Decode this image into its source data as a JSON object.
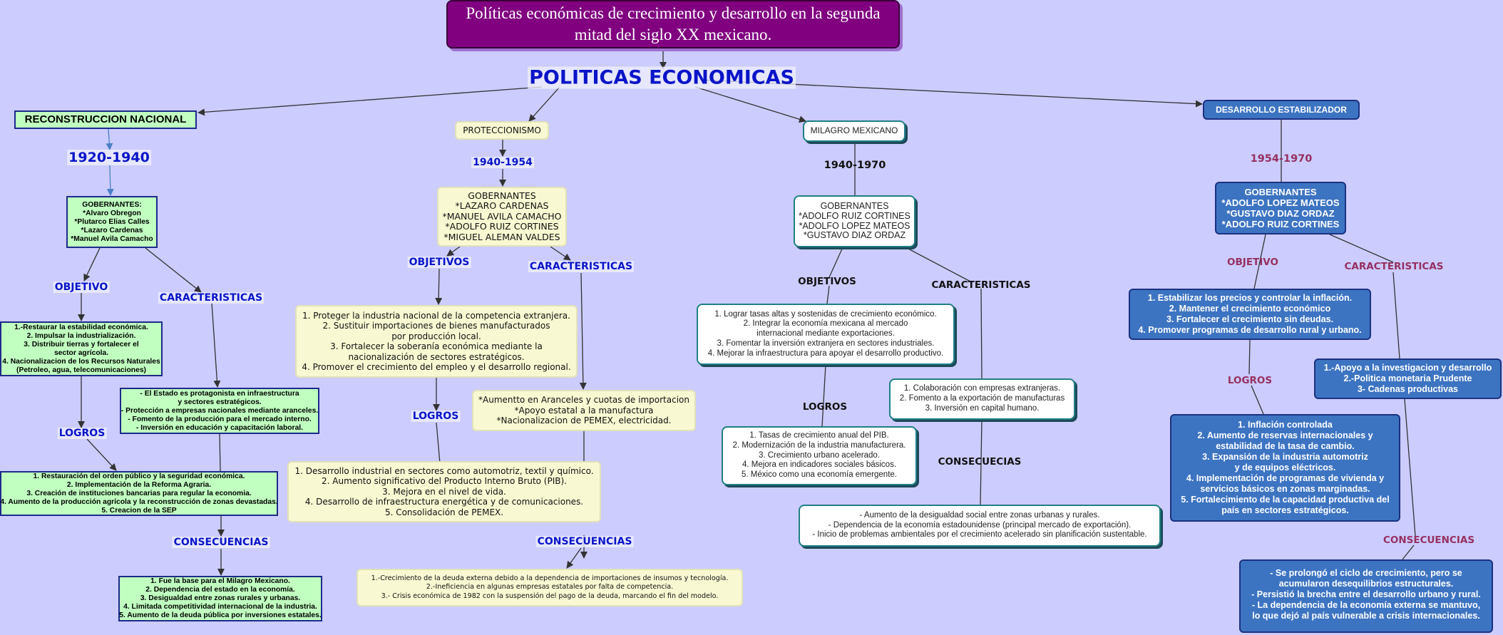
{
  "title": "Políticas económicas de crecimiento y desarrollo en la segunda mitad del siglo XX mexicano.",
  "root": "POLITICAS ECONOMICAS",
  "reconstruccion": {
    "heading": "RECONSTRUCCION NACIONAL",
    "period": "1920-1940",
    "gobernantes": [
      "GOBERNANTES:",
      "*Alvaro Obregon",
      "*Plutarco Elias Calles",
      "*Lazaro Cardenas",
      "*Manuel Avila Camacho"
    ],
    "objetivo_label": "OBJETIVO",
    "objetivo": [
      "1.-Restaurar la estabilidad económica.",
      "2. Impulsar la industrialización.",
      "3. Distribuir tierras y fortalecer el",
      "sector agrícola.",
      "4. Nacionalizacion de los Recursos Naturales",
      "(Petroleo, agua, telecomunicaciones)"
    ],
    "caracteristicas_label": "CARACTERISTICAS",
    "caracteristicas": [
      "- El Estado es protagonista en infraestructura",
      "y sectores estratégicos.",
      "- Protección a empresas nacionales mediante aranceles.",
      "- Fomento de la producción para el mercado interno.",
      "- Inversión en educación y capacitación laboral."
    ],
    "logros_label": "LOGROS",
    "logros": [
      "1. Restauración del orden público y la seguridad económica.",
      "2. Implementación de la Reforma Agraria.",
      "3. Creación de instituciones bancarias para regular la economia.",
      "4. Aumento de la producción agrícola y la reconstrucción de zonas devastadas.",
      "5. Creacion de la SEP"
    ],
    "consecuencias_label": "CONSECUENCIAS",
    "consecuencias": [
      "1. Fue la base para el Milagro Mexicano.",
      "2. Dependencia del estado en la economía.",
      "3. Desigualdad entre zonas rurales y urbanas.",
      "4. Limitada competitividad internacional de la industria.",
      "5. Aumento de la deuda pública por inversiones estatales."
    ]
  },
  "proteccionismo": {
    "heading": "PROTECCIONISMO",
    "period": "1940-1954",
    "gobernantes": [
      "GOBERNANTES",
      "*LAZARO CARDENAS",
      "*MANUEL AVILA CAMACHO",
      "*ADOLFO RUIZ CORTINES",
      "*MIGUEL ALEMAN VALDES"
    ],
    "objetivo_label": "OBJETIVOS",
    "objetivo": [
      "1. Proteger la industria nacional de la competencia extranjera.",
      "2. Sustituir importaciones de bienes manufacturados",
      "por producción local.",
      "3. Fortalecer la soberanía económica mediante la",
      "nacionalización de sectores estratégicos.",
      "4. Promover el crecimiento del empleo y el desarrollo regional."
    ],
    "caracteristicas_label": "CARACTERISTICAS",
    "caracteristicas": [
      "*Aumentto en Aranceles y cuotas de importacion",
      "*Apoyo estatal a la manufactura",
      "*Nacionalizacion de PEMEX, electricidad."
    ],
    "logros_label": "LOGROS",
    "logros": [
      "1. Desarrollo industrial en sectores como automotriz, textil y químico.",
      "2. Aumento significativo del Producto Interno Bruto (PIB).",
      "3. Mejora en el nivel de vida.",
      "4. Desarrollo de infraestructura energética y de comunicaciones.",
      "5. Consolidación de PEMEX."
    ],
    "consecuencias_label": "CONSECUENCIAS",
    "consecuencias": [
      "1.-Crecimiento de la deuda externa debido a la dependencia de importaciones de insumos y tecnología.",
      "2.-Ineficiencia en algunas empresas estatales por falta de competencia.",
      "3.- Crisis económica de 1982 con la suspensión del pago de la deuda, marcando el fin del modelo."
    ]
  },
  "milagro": {
    "heading": "MILAGRO MEXICANO",
    "period": "1940-1970",
    "gobernantes": [
      "GOBERNANTES",
      "*ADOLFO RUIZ CORTINES",
      "*ADOLFO LOPEZ MATEOS",
      "*GUSTAVO DIAZ ORDAZ"
    ],
    "objetivo_label": "OBJETIVOS",
    "objetivo": [
      "1. Lograr tasas altas y sostenidas de crecimiento económico.",
      "2. Integrar la economía mexicana al mercado",
      "internacional mediante exportaciones.",
      "3. Fomentar la inversión extranjera en sectores industriales.",
      "4. Mejorar la infraestructura para apoyar el desarrollo productivo."
    ],
    "caracteristicas_label": "CARACTERISTICAS",
    "caracteristicas": [
      "1. Colaboración con empresas extranjeras.",
      "2. Fomento a la exportación de manufacturas",
      "3. Inversión en capital humano."
    ],
    "logros_label": "LOGROS",
    "logros": [
      "1. Tasas de crecimiento anual del PIB.",
      "2. Modernización de la industria manufacturera.",
      "3. Crecimiento urbano acelerado.",
      "4. Mejora en indicadores sociales básicos.",
      "5. México como una economía emergente."
    ],
    "consecuencias_label": "CONSECUECIAS",
    "consecuencias": [
      "- Aumento de la desigualdad social entre zonas urbanas y rurales.",
      "- Dependencia de la economía estadounidense (principal mercado de exportación).",
      "- Inicio de problemas ambientales por el crecimiento acelerado sin planificación sustentable."
    ]
  },
  "desarrollo": {
    "heading": "DESARROLLO ESTABILIZADOR",
    "period": "1954-1970",
    "gobernantes": [
      "GOBERNANTES",
      "*ADOLFO LOPEZ MATEOS",
      "*GUSTAVO DIAZ ORDAZ",
      "*ADOLFO RUIZ CORTINES"
    ],
    "objetivo_label": "OBJETIVO",
    "objetivo": [
      "1. Estabilizar los precios y controlar la inflación.",
      "2. Mantener el crecimiento económico",
      "3. Fortalecer el crecimiento sin deudas.",
      "4. Promover programas de desarrollo rural y urbano."
    ],
    "caracteristicas_label": "CARACTERISTICAS",
    "caracteristicas": [
      "1.-Apoyo a la investigacion y desarrollo",
      "2.-Politica monetaria Prudente",
      "3- Cadenas productivas"
    ],
    "logros_label": "LOGROS",
    "logros": [
      "1. Inflación controlada",
      "2. Aumento de reservas internacionales y",
      "estabilidad de la tasa de cambio.",
      "3. Expansión de la industria automotriz",
      "y de equipos eléctricos.",
      "4. Implementación de programas de vivienda y",
      "servicios básicos en zonas marginadas.",
      "5. Fortalecimiento de la capacidad productiva del",
      "país en sectores estratégicos."
    ],
    "consecuencias_label": "CONSECUENCIAS",
    "consecuencias": [
      "- Se prolongó el ciclo de crecimiento, pero se",
      "acumularon desequilibrios estructurales.",
      "- Persistió la brecha entre el desarrollo urbano y rural.",
      "- La dependencia de la economía externa se mantuvo,",
      "lo que dejó al país vulnerable a crisis internacionales."
    ]
  }
}
